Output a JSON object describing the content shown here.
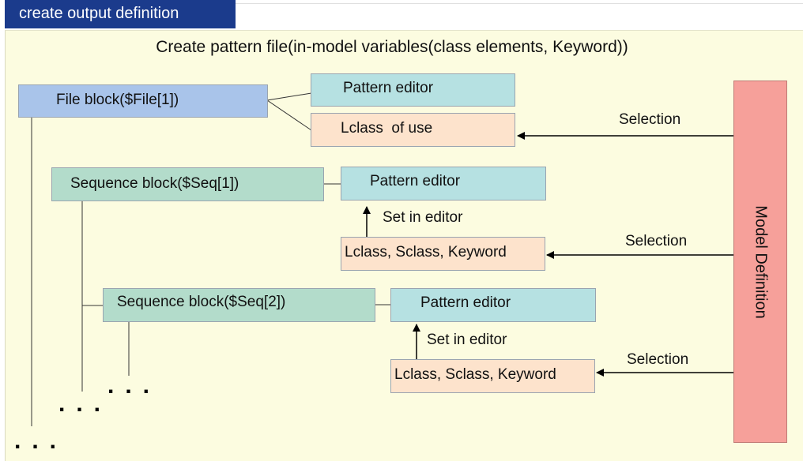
{
  "header": {
    "tab_title": "create output definition"
  },
  "diagram": {
    "title": "Create pattern file(in-model variables(class elements, Keyword))",
    "file_block": "File block($File[1])",
    "seq_block_1": "Sequence block($Seq[1])",
    "seq_block_2": "Sequence block($Seq[2])",
    "pattern_editor_1": "Pattern editor",
    "pattern_editor_2": "Pattern editor",
    "pattern_editor_3": "Pattern editor",
    "lclass_of_use": "Lclass  of use",
    "lclass_sclass_keyword_1": "Lclass, Sclass, Keyword",
    "lclass_sclass_keyword_2": "Lclass, Sclass, Keyword",
    "set_in_editor_1": "Set in editor",
    "set_in_editor_2": "Set in editor",
    "selection_1": "Selection",
    "selection_2": "Selection",
    "selection_3": "Selection",
    "model_definition": "Model Definition",
    "ellipsis": "..."
  },
  "colors": {
    "tab": "#1b3b8c",
    "panel": "#fcfce0",
    "file_block": "#a9c4ea",
    "sequence_block": "#b3dccb",
    "pattern_editor": "#b6e1e2",
    "class_box": "#fde3cc",
    "model_definition": "#f6a09a"
  }
}
